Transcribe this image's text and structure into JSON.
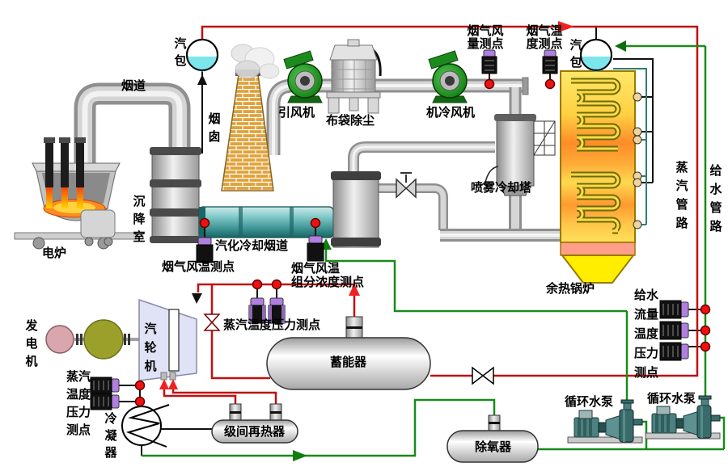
{
  "colors": {
    "steam_red": "#c01010",
    "water_green": "#1a8a1a",
    "collector_teal": "#2f7d6d",
    "dot_red": "#ee1111",
    "sensor_purple": "#b07fe0"
  },
  "labels": {
    "drum_left": [
      "汽",
      "包"
    ],
    "flue_duct": "烟道",
    "chimney": [
      "烟",
      "囱"
    ],
    "id_fan": "引风机",
    "bag_filter": "布袋除尘",
    "cooling_fan": "机冷风机",
    "flue_volume_point": [
      "烟气风",
      "量测点"
    ],
    "flue_temp_point": [
      "烟气温",
      "度测点"
    ],
    "drum_right": [
      "汽",
      "包"
    ],
    "spray_tower": "喷雾冷却塔",
    "boiler": "余热锅炉",
    "steam_line": [
      "蒸",
      "汽",
      "管",
      "路"
    ],
    "feedwater_line": [
      "给",
      "水",
      "管",
      "路"
    ],
    "settling_chamber": [
      "沉",
      "降",
      "室"
    ],
    "vapor_duct": "汽化冷却烟道",
    "furnace": "电炉",
    "flue_temp_point2": "烟气风温测点",
    "flue_comp_point": [
      "烟气风温",
      "组分浓度测点"
    ],
    "steam_tp_point": "蒸汽温度压力测点",
    "accumulator": "蓄能器",
    "generator": [
      "发",
      "电",
      "机"
    ],
    "turbine": [
      "汽",
      "轮",
      "机"
    ],
    "steam_tp_point2": [
      "蒸汽",
      "温度",
      "压力",
      "测点"
    ],
    "condenser": [
      "冷",
      "凝",
      "器"
    ],
    "reheater": "级间再热器",
    "deaerator": "除氧器",
    "fw_point": [
      "给水",
      "流量",
      "温度",
      "压力",
      "测点"
    ],
    "pump_left": "循环水泵",
    "pump_right": "循环水泵"
  }
}
